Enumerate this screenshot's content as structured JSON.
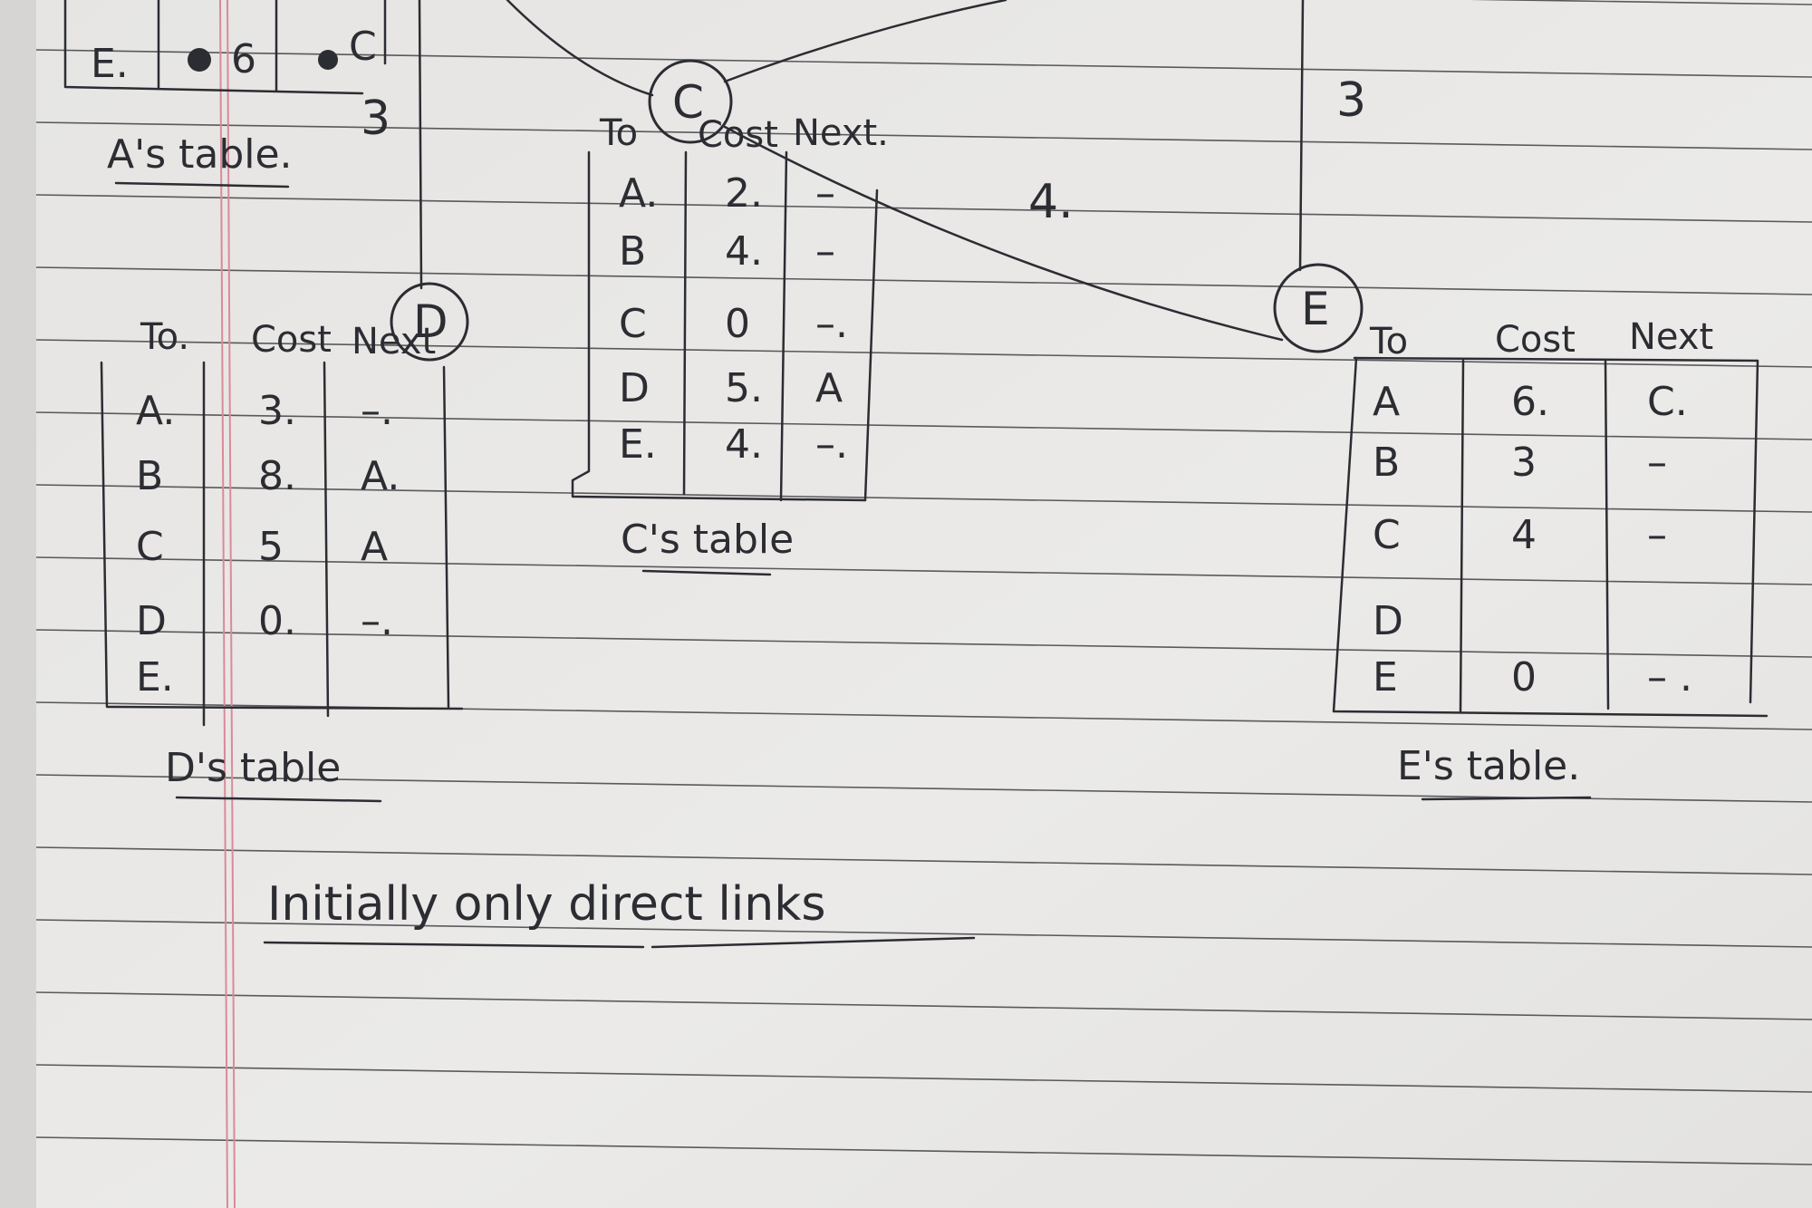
{
  "page": {
    "paper_color": "#e9e8e6",
    "rule_color": "#2a2a2e",
    "margin_color": "#d98a9a",
    "ink_color": "#2c2d33"
  },
  "nodes": [
    {
      "id": "C",
      "label": "C"
    },
    {
      "id": "D",
      "label": "D"
    },
    {
      "id": "E",
      "label": "E"
    }
  ],
  "edges": [
    {
      "from": "C",
      "to": "E",
      "cost": "4."
    },
    {
      "from": "top-right",
      "to": "E",
      "cost": "3"
    },
    {
      "from": "A",
      "to": "D",
      "cost": "3"
    }
  ],
  "a_table_fragment": {
    "row": [
      "E.",
      "6",
      "C"
    ],
    "caption": "A's table."
  },
  "c_table": {
    "headers": [
      "To",
      "Cost",
      "Next."
    ],
    "rows": [
      [
        "A.",
        "2.",
        "–"
      ],
      [
        "B",
        "4.",
        "–"
      ],
      [
        "C",
        "0",
        "–."
      ],
      [
        "D",
        "5.",
        "A"
      ],
      [
        "E.",
        "4.",
        "–."
      ]
    ],
    "caption": "C's table"
  },
  "d_table": {
    "headers": [
      "To.",
      "Cost",
      "Next"
    ],
    "rows": [
      [
        "A.",
        "3.",
        "–."
      ],
      [
        "B",
        "8.",
        "A."
      ],
      [
        "C",
        "5",
        "A"
      ],
      [
        "D",
        "0.",
        "–."
      ],
      [
        "E.",
        "",
        ""
      ]
    ],
    "caption": "D's table"
  },
  "e_table": {
    "headers": [
      "To",
      "Cost",
      "Next"
    ],
    "rows": [
      [
        "A",
        "6.",
        "C."
      ],
      [
        "B",
        "3",
        "–"
      ],
      [
        "C",
        "4",
        "–"
      ],
      [
        "D",
        "",
        ""
      ],
      [
        "E",
        "0",
        "– ."
      ]
    ],
    "caption": "E's table."
  },
  "note": "Initially only direct links"
}
